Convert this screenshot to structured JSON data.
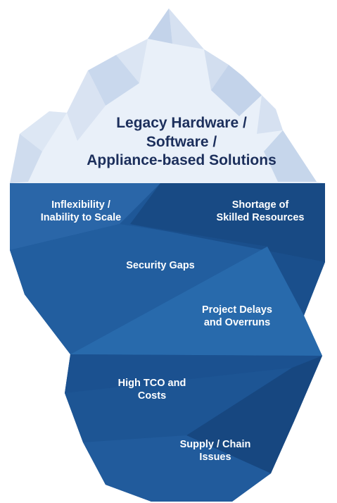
{
  "tip": {
    "lines": [
      "Legacy Hardware /",
      "Software /",
      "Appliance-based Solutions"
    ]
  },
  "issues": [
    {
      "lines": [
        "Inflexibility /",
        "Inability to Scale"
      ]
    },
    {
      "lines": [
        "Shortage of",
        "Skilled Resources"
      ]
    },
    {
      "lines": [
        "Security Gaps"
      ]
    },
    {
      "lines": [
        "Project Delays",
        "and Overruns"
      ]
    },
    {
      "lines": [
        "High TCO and",
        "Costs"
      ]
    },
    {
      "lines": [
        "Supply / Chain",
        "Issues"
      ]
    }
  ],
  "colors": {
    "tip_light": "#e9f0f9",
    "tip_mid": "#d6e1f1",
    "tip_dark": "#c3d3ea",
    "tip_text": "#1c2f5c",
    "water_base": "#1e5797",
    "water_dark": "#184a84",
    "water_light": "#2a66a8",
    "sub_text": "#ffffff"
  }
}
